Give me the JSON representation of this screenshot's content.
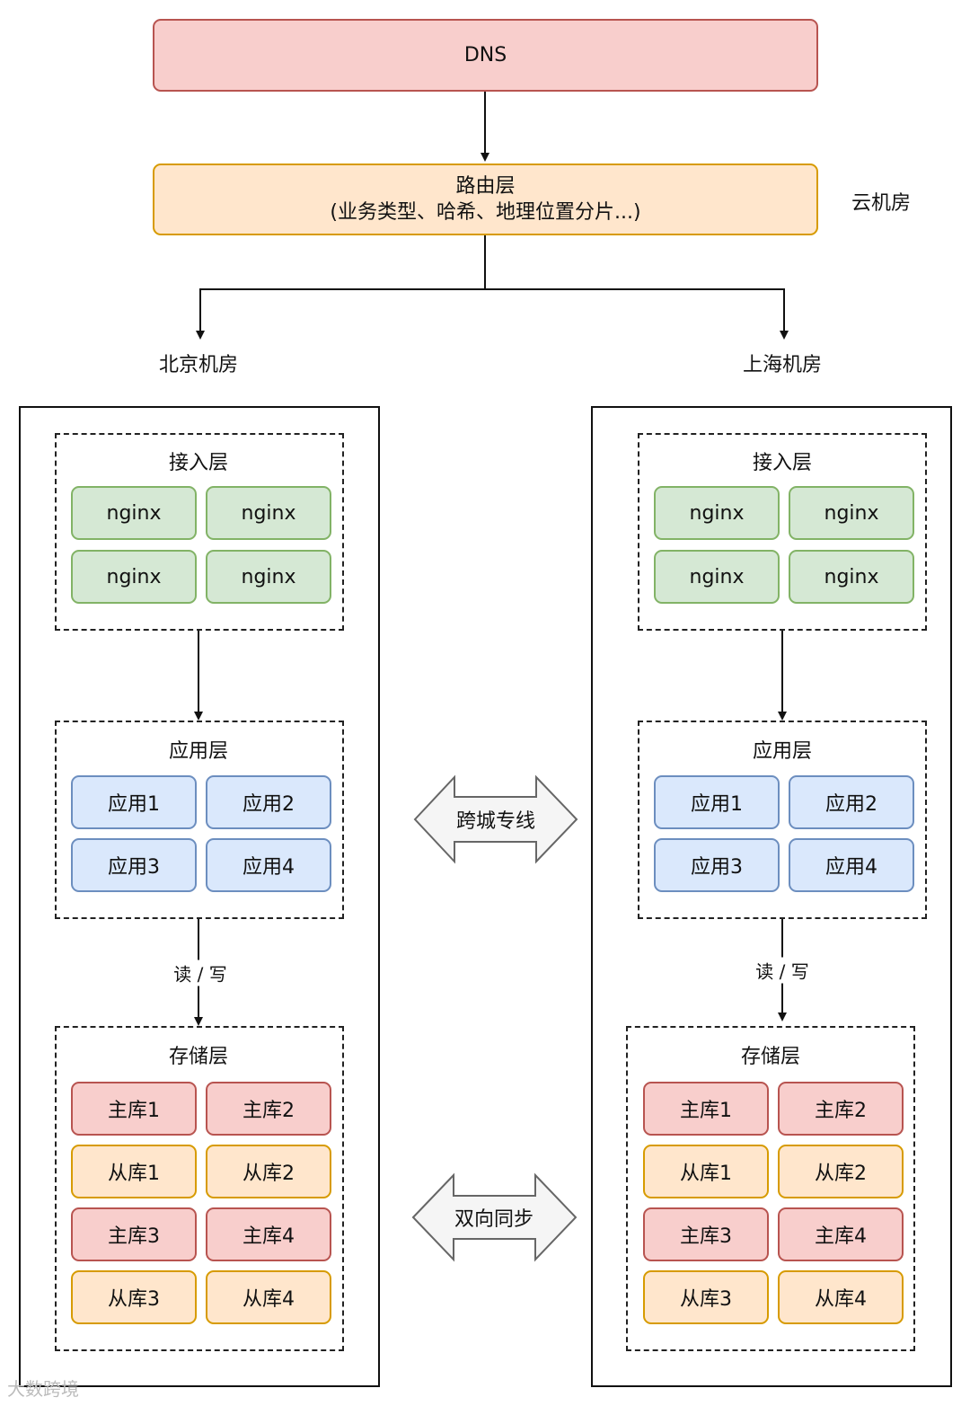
{
  "dns": "DNS",
  "router": {
    "title": "路由层",
    "subtitle": "(业务类型、哈希、地理位置分片...)"
  },
  "cloud_label": "云机房",
  "datacenters": {
    "beijing": {
      "name": "北京机房",
      "access_layer": {
        "title": "接入层",
        "nodes": [
          "nginx",
          "nginx",
          "nginx",
          "nginx"
        ]
      },
      "app_layer": {
        "title": "应用层",
        "nodes": [
          "应用1",
          "应用2",
          "应用3",
          "应用4"
        ]
      },
      "rw_label": "读 / 写",
      "storage_layer": {
        "title": "存储层",
        "nodes": [
          "主库1",
          "主库2",
          "从库1",
          "从库2",
          "主库3",
          "主库4",
          "从库3",
          "从库4"
        ]
      }
    },
    "shanghai": {
      "name": "上海机房",
      "access_layer": {
        "title": "接入层",
        "nodes": [
          "nginx",
          "nginx",
          "nginx",
          "nginx"
        ]
      },
      "app_layer": {
        "title": "应用层",
        "nodes": [
          "应用1",
          "应用2",
          "应用3",
          "应用4"
        ]
      },
      "rw_label": "读 / 写",
      "storage_layer": {
        "title": "存储层",
        "nodes": [
          "主库1",
          "主库2",
          "从库1",
          "从库2",
          "主库3",
          "主库4",
          "从库3",
          "从库4"
        ]
      }
    }
  },
  "cross_city_label": "跨城专线",
  "sync_label": "双向同步",
  "watermark": "大数跨境",
  "colors": {
    "dns_fill": "#f8cecc",
    "router_fill": "#ffe6cc",
    "nginx_fill": "#d5e8d4",
    "app_fill": "#dae8fc",
    "master_fill": "#f8cecc",
    "slave_fill": "#ffe6cc",
    "double_arrow_fill": "#f5f5f5"
  }
}
